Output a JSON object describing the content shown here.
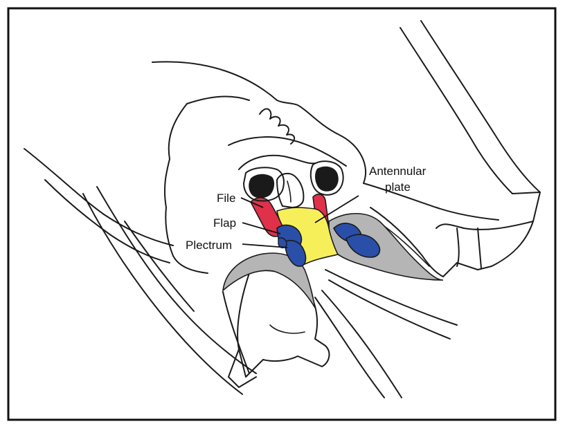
{
  "diagram": {
    "labels": {
      "antennular_plate_line1": "Antennular",
      "antennular_plate_line2": "plate",
      "file": "File",
      "flap": "Flap",
      "plectrum": "Plectrum"
    },
    "colors": {
      "file": "#e0304a",
      "flap": "#2a4fa8",
      "plectrum": "#2a4fa8",
      "antennular_plate": "#f7ef5a",
      "membrane": "#b5b5b5",
      "outline": "#1a1a1a",
      "background": "#ffffff"
    }
  }
}
